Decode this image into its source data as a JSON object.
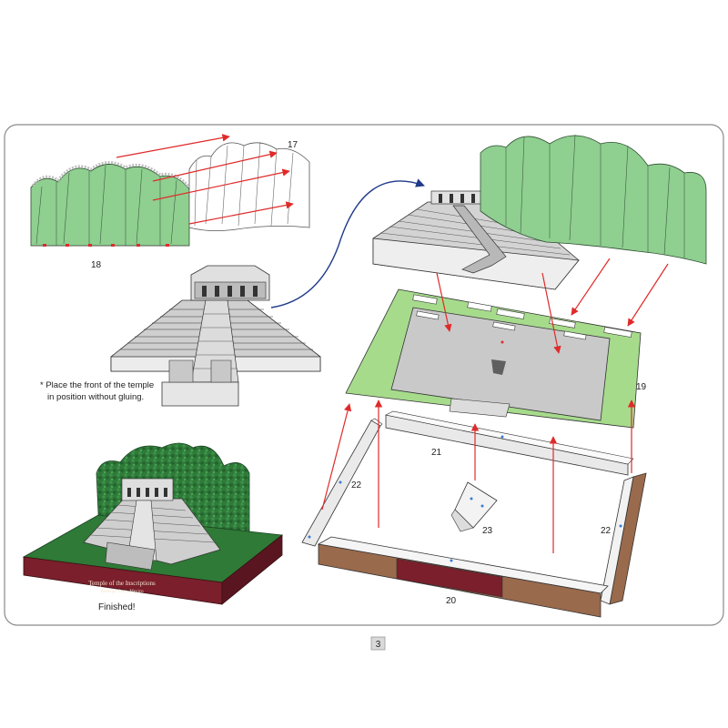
{
  "labels": {
    "part17": "17",
    "part18": "18",
    "part19": "19",
    "part20": "20",
    "part21": "21",
    "part22_left": "22",
    "part22_right": "22",
    "part23": "23"
  },
  "note_line1": "* Place the front of the temple",
  "note_line2": "in position without gluing.",
  "finished": "Finished!",
  "plaque": {
    "title": "Temple of the Inscriptions",
    "subtitle": "Palenque State, Mexico"
  },
  "page_number": "3",
  "colors": {
    "foliage": "#8fcf90",
    "base_green": "#a6db8c",
    "arrow_red": "#e02a2a",
    "arrow_blue": "#1f3a8a",
    "base_brown": "#9a6a4c",
    "plaque_red": "#7a1f2b"
  }
}
